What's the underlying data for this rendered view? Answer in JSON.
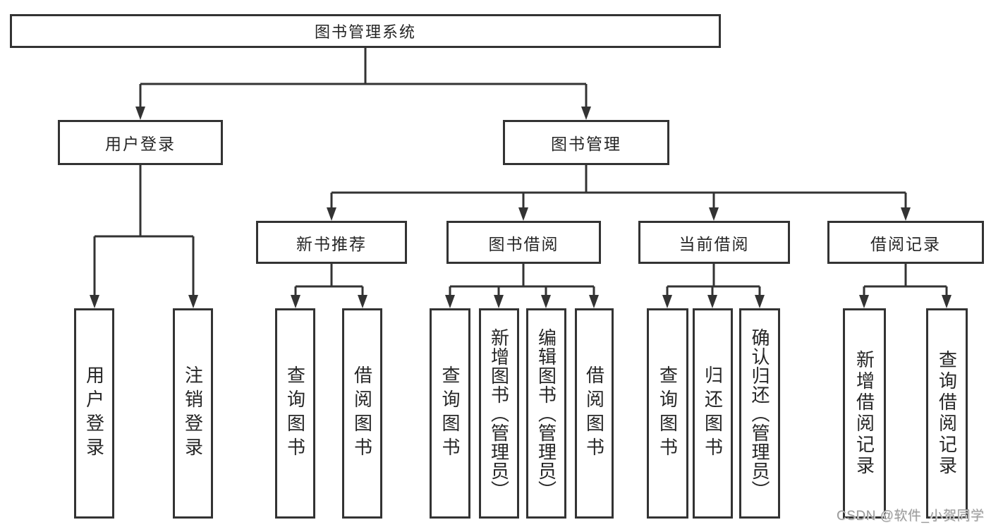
{
  "diagram": {
    "title": "图书管理系统",
    "level2": [
      "用户登录",
      "图书管理"
    ],
    "level3": [
      "新书推荐",
      "图书借阅",
      "当前借阅",
      "借阅记录"
    ],
    "leaves": [
      "用户登录",
      "注销登录",
      "查询图书",
      "借阅图书",
      "查询图书",
      "新增图书（管理员）",
      "编辑图书（管理员）",
      "借阅图书",
      "查询图书",
      "归还图书",
      "确认归还（管理员）",
      "新增借阅记录",
      "查询借阅记录"
    ]
  },
  "watermark": {
    "text": "CSDN @软件_小贺同学"
  },
  "colors": {
    "line": "#333333",
    "box_border": "#333333",
    "text": "#262626",
    "watermark": "#9b9b9b",
    "background": "#ffffff"
  }
}
